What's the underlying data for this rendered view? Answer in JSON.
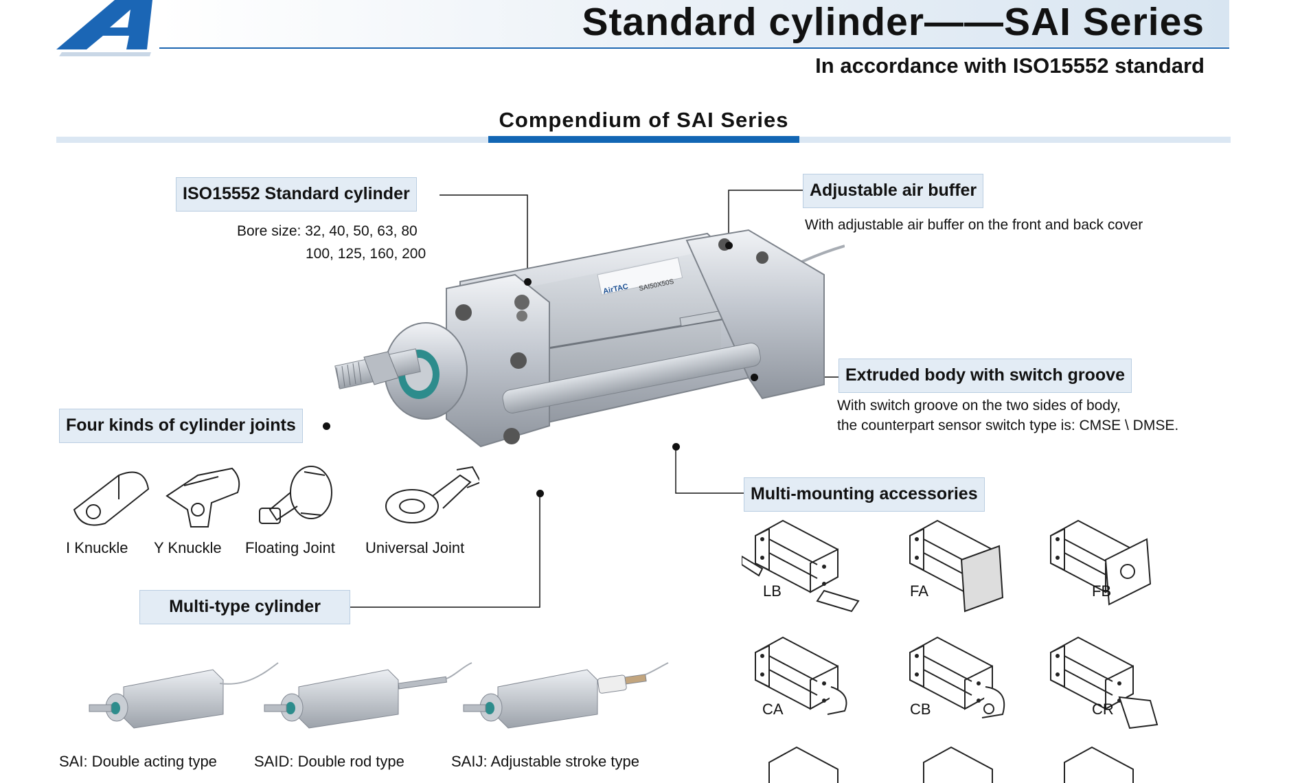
{
  "header": {
    "title": "Standard cylinder——SAI Series",
    "subtitle": "In accordance with ISO15552 standard"
  },
  "section": {
    "title": "Compendium of SAI Series"
  },
  "iso": {
    "title": "ISO15552 Standard cylinder",
    "bore_line1": "Bore size: 32, 40, 50, 63, 80",
    "bore_line2": "100, 125, 160, 200"
  },
  "buffer": {
    "title": "Adjustable air buffer",
    "desc": "With adjustable air buffer on the front and back cover"
  },
  "extruded": {
    "title": "Extruded body with switch groove",
    "desc1": "With switch groove on the two sides of body,",
    "desc2": "the counterpart sensor switch type is: CMSE \\ DMSE."
  },
  "joints": {
    "title": "Four kinds of cylinder joints",
    "items": [
      {
        "label": "I Knuckle",
        "icon": "i-knuckle-icon"
      },
      {
        "label": "Y Knuckle",
        "icon": "y-knuckle-icon"
      },
      {
        "label": "Floating Joint",
        "icon": "floating-joint-icon"
      },
      {
        "label": "Universal Joint",
        "icon": "universal-joint-icon"
      }
    ]
  },
  "multitype": {
    "title": "Multi-type cylinder",
    "items": [
      {
        "label": "SAI: Double acting type"
      },
      {
        "label": "SAID: Double rod type"
      },
      {
        "label": "SAIJ: Adjustable stroke type"
      }
    ]
  },
  "mounting": {
    "title": "Multi-mounting accessories",
    "items": [
      {
        "label": "LB"
      },
      {
        "label": "FA"
      },
      {
        "label": "FB"
      },
      {
        "label": "CA"
      },
      {
        "label": "CB"
      },
      {
        "label": "CR"
      }
    ]
  },
  "product": {
    "brand": "AirTAC",
    "model": "SAI50X50S"
  },
  "colors": {
    "accent": "#1266b4",
    "callout_bg": "#e3ecf5"
  }
}
